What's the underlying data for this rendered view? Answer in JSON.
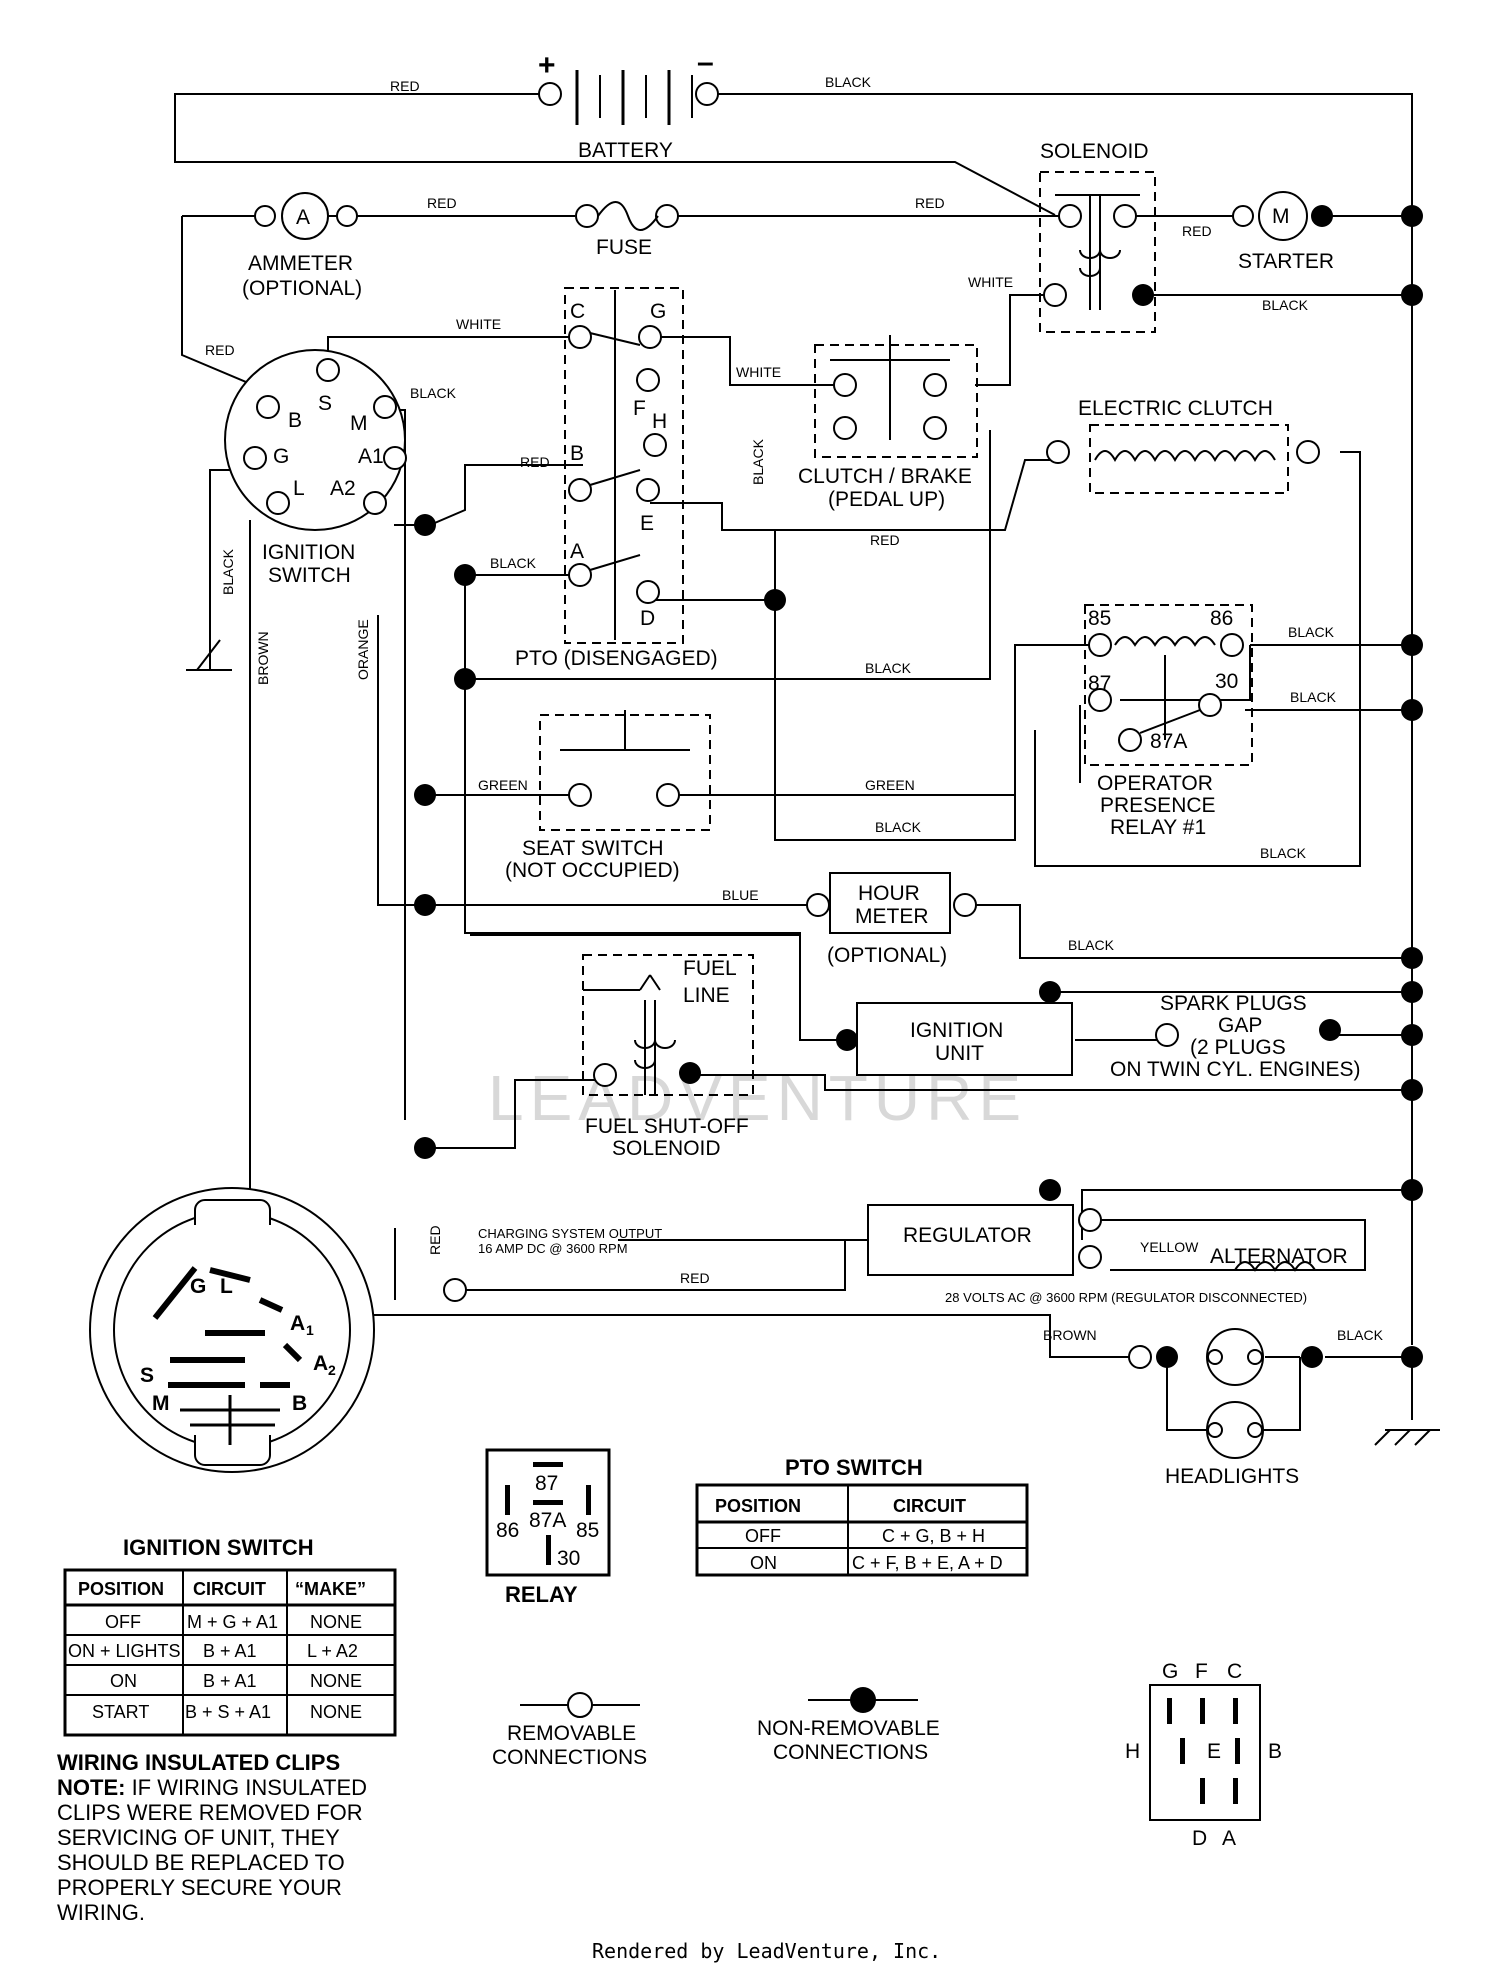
{
  "components": {
    "battery": "BATTERY",
    "battery_plus": "+",
    "battery_minus": "–",
    "solenoid": "SOLENOID",
    "ammeter_symbol": "A",
    "ammeter_1": "AMMETER",
    "ammeter_2": "(OPTIONAL)",
    "fuse": "FUSE",
    "starter_symbol": "M",
    "starter": "STARTER",
    "ignition_switch_1": "IGNITION",
    "ignition_switch_2": "SWITCH",
    "electric_clutch": "ELECTRIC CLUTCH",
    "clutch_brake_1": "CLUTCH / BRAKE",
    "clutch_brake_2": "(PEDAL UP)",
    "pto": "PTO (DISENGAGED)",
    "seat_switch_1": "SEAT SWITCH",
    "seat_switch_2": "(NOT OCCUPIED)",
    "relay_1": "OPERATOR",
    "relay_2": "PRESENCE",
    "relay_3": "RELAY #1",
    "hour_meter_1": "HOUR",
    "hour_meter_2": "METER",
    "hour_meter_3": "(OPTIONAL)",
    "fuel_line_1": "FUEL",
    "fuel_line_2": "LINE",
    "ignition_unit_1": "IGNITION",
    "ignition_unit_2": "UNIT",
    "spark_1": "SPARK PLUGS",
    "spark_2": "GAP",
    "spark_3": "(2 PLUGS",
    "spark_4": "ON TWIN CYL. ENGINES)",
    "fuel_solenoid_1": "FUEL SHUT-OFF",
    "fuel_solenoid_2": "SOLENOID",
    "regulator": "REGULATOR",
    "alternator": "ALTERNATOR",
    "charging_1": "CHARGING SYSTEM OUTPUT",
    "charging_2": "16 AMP DC @ 3600 RPM",
    "alternator_note": "28 VOLTS AC @ 3600 RPM (REGULATOR DISCONNECTED)",
    "headlights": "HEADLIGHTS"
  },
  "terminals": {
    "ign_B": "B",
    "ign_S": "S",
    "ign_M": "M",
    "ign_G": "G",
    "ign_A1": "A1",
    "ign_L": "L",
    "ign_A2": "A2",
    "pto_C": "C",
    "pto_G": "G",
    "pto_F": "F",
    "pto_H": "H",
    "pto_B": "B",
    "pto_E": "E",
    "pto_A": "A",
    "pto_D": "D",
    "relay_85": "85",
    "relay_86": "86",
    "relay_87": "87",
    "relay_30": "30",
    "relay_87A": "87A"
  },
  "wires": {
    "red": "RED",
    "black": "BLACK",
    "white": "WHITE",
    "green": "GREEN",
    "blue": "BLUE",
    "brown": "BROWN",
    "orange": "ORANGE",
    "yellow": "YELLOW"
  },
  "ignition_face": {
    "G": "G",
    "L": "L",
    "A1": "A",
    "A1_sub": "1",
    "A2": "A",
    "A2_sub": "2",
    "S": "S",
    "M": "M",
    "B": "B"
  },
  "ignition_table": {
    "title": "IGNITION SWITCH",
    "headers": [
      "POSITION",
      "CIRCUIT",
      "“MAKE”"
    ],
    "rows": [
      [
        "OFF",
        "M + G + A1",
        "NONE"
      ],
      [
        "ON + LIGHTS",
        "B + A1",
        "L + A2"
      ],
      [
        "ON",
        "B + A1",
        "NONE"
      ],
      [
        "START",
        "B + S + A1",
        "NONE"
      ]
    ]
  },
  "relay_legend": {
    "title": "RELAY",
    "t87": "87",
    "t87A": "87A",
    "t86": "86",
    "t85": "85",
    "t30": "30"
  },
  "pto_table": {
    "title": "PTO SWITCH",
    "headers": [
      "POSITION",
      "CIRCUIT"
    ],
    "rows": [
      [
        "OFF",
        "C + G, B + H"
      ],
      [
        "ON",
        "C + F, B + E, A + D"
      ]
    ]
  },
  "legend": {
    "removable_1": "REMOVABLE",
    "removable_2": "CONNECTIONS",
    "nonremovable_1": "NON-REMOVABLE",
    "nonremovable_2": "CONNECTIONS"
  },
  "pto_connector": {
    "G": "G",
    "F": "F",
    "C": "C",
    "H": "H",
    "E": "E",
    "B": "B",
    "D": "D",
    "A": "A"
  },
  "clips_note": {
    "title": "WIRING INSULATED CLIPS",
    "note_label": "NOTE:",
    "line1": " IF WIRING INSULATED",
    "line2": "CLIPS WERE REMOVED FOR",
    "line3": "SERVICING OF UNIT, THEY",
    "line4": "SHOULD BE REPLACED TO",
    "line5": "PROPERLY SECURE YOUR",
    "line6": "WIRING."
  },
  "watermark": "LEADVENTURE",
  "footer": "Rendered by LeadVenture, Inc."
}
